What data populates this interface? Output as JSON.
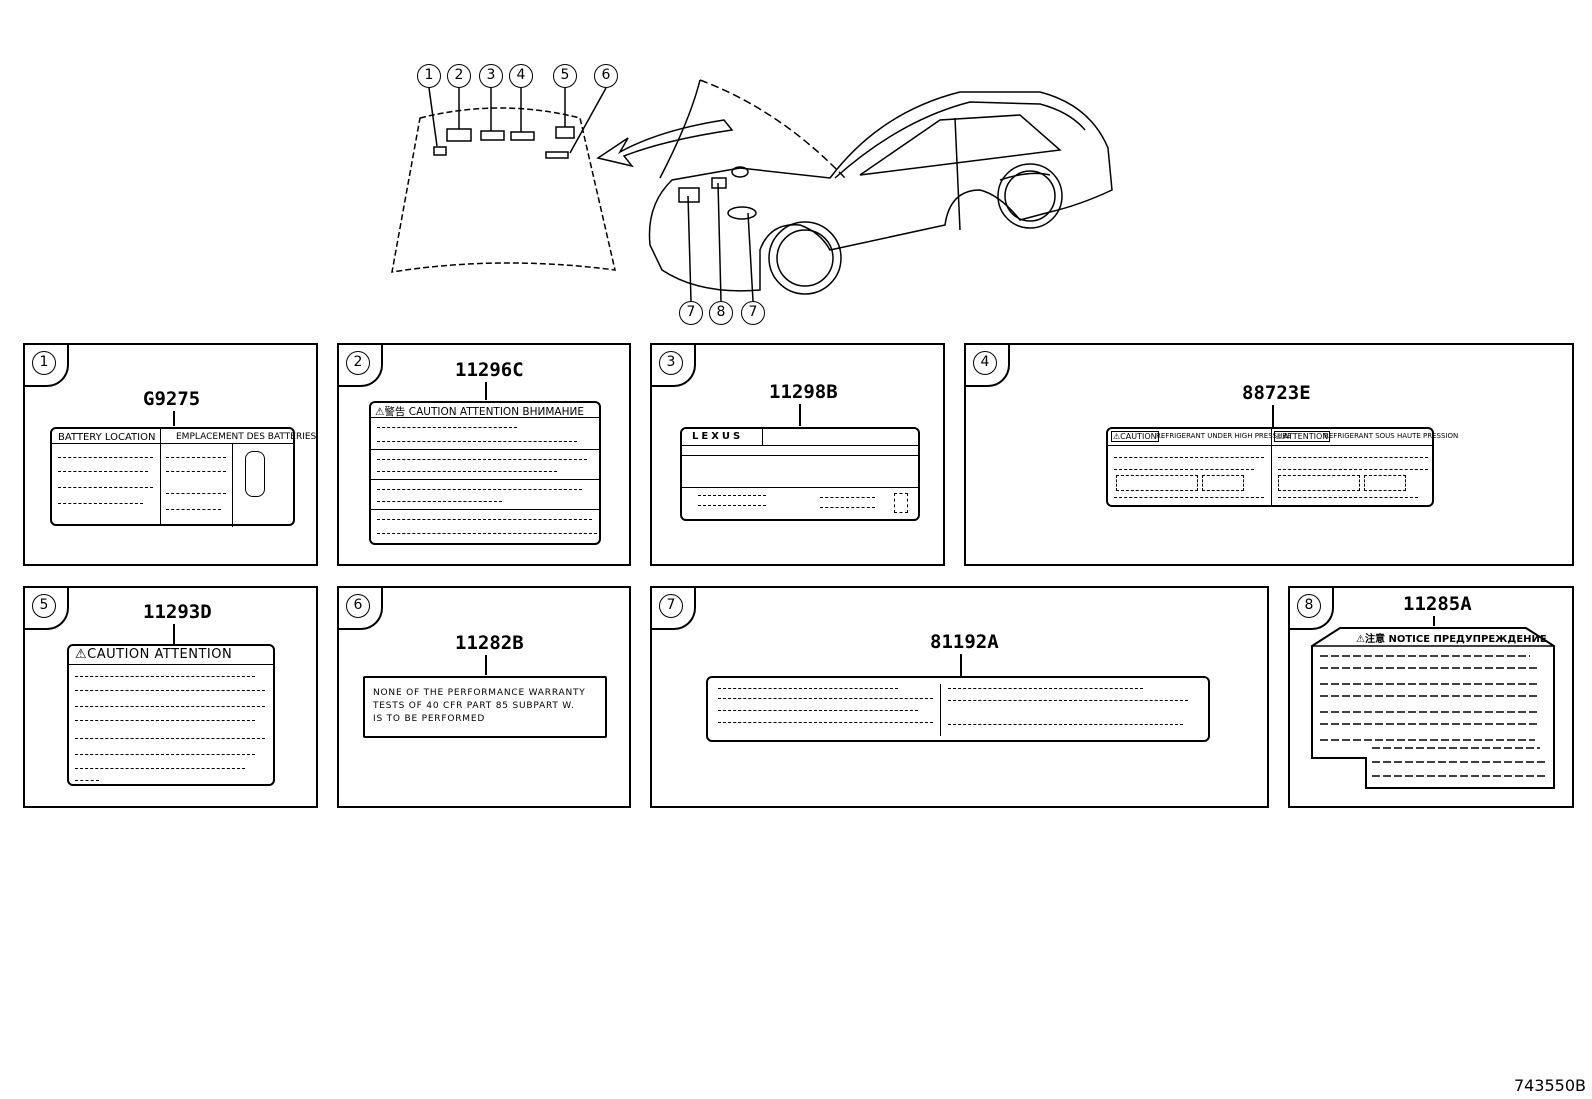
{
  "callouts_top": [
    "1",
    "2",
    "3",
    "4",
    "5",
    "6"
  ],
  "callouts_car": [
    "7",
    "8",
    "7"
  ],
  "panels": [
    {
      "num": "1",
      "part": "G9275",
      "header_left": "BATTERY LOCATION",
      "header_right": "EMPLACEMENT DES BATTERIES"
    },
    {
      "num": "2",
      "part": "11296C",
      "header": "⚠警告 CAUTION ATTENTION ВНИМАНИЕ"
    },
    {
      "num": "3",
      "part": "11298B",
      "brand": "LEXUS"
    },
    {
      "num": "4",
      "part": "88723E",
      "header_left": "⚠CAUTION",
      "header_left_text": "REFRIGERANT UNDER HIGH PRESSURE",
      "header_right": "⚠ATTENTION",
      "header_right_text": "REFRIGERANT SOUS HAUTE PRESSION"
    },
    {
      "num": "5",
      "part": "11293D",
      "header": "⚠CAUTION ATTENTION"
    },
    {
      "num": "6",
      "part": "11282B",
      "text_line1": "NONE OF THE PERFORMANCE WARRANTY",
      "text_line2": "TESTS OF 40 CFR PART 85 SUBPART W.",
      "text_line3": "IS TO BE PERFORMED"
    },
    {
      "num": "7",
      "part": "81192A"
    },
    {
      "num": "8",
      "part": "11285A",
      "header": "⚠注意 NOTICE ПРЕДУПРЕЖДЕНИЕ"
    }
  ],
  "figure_ref": "743550B"
}
